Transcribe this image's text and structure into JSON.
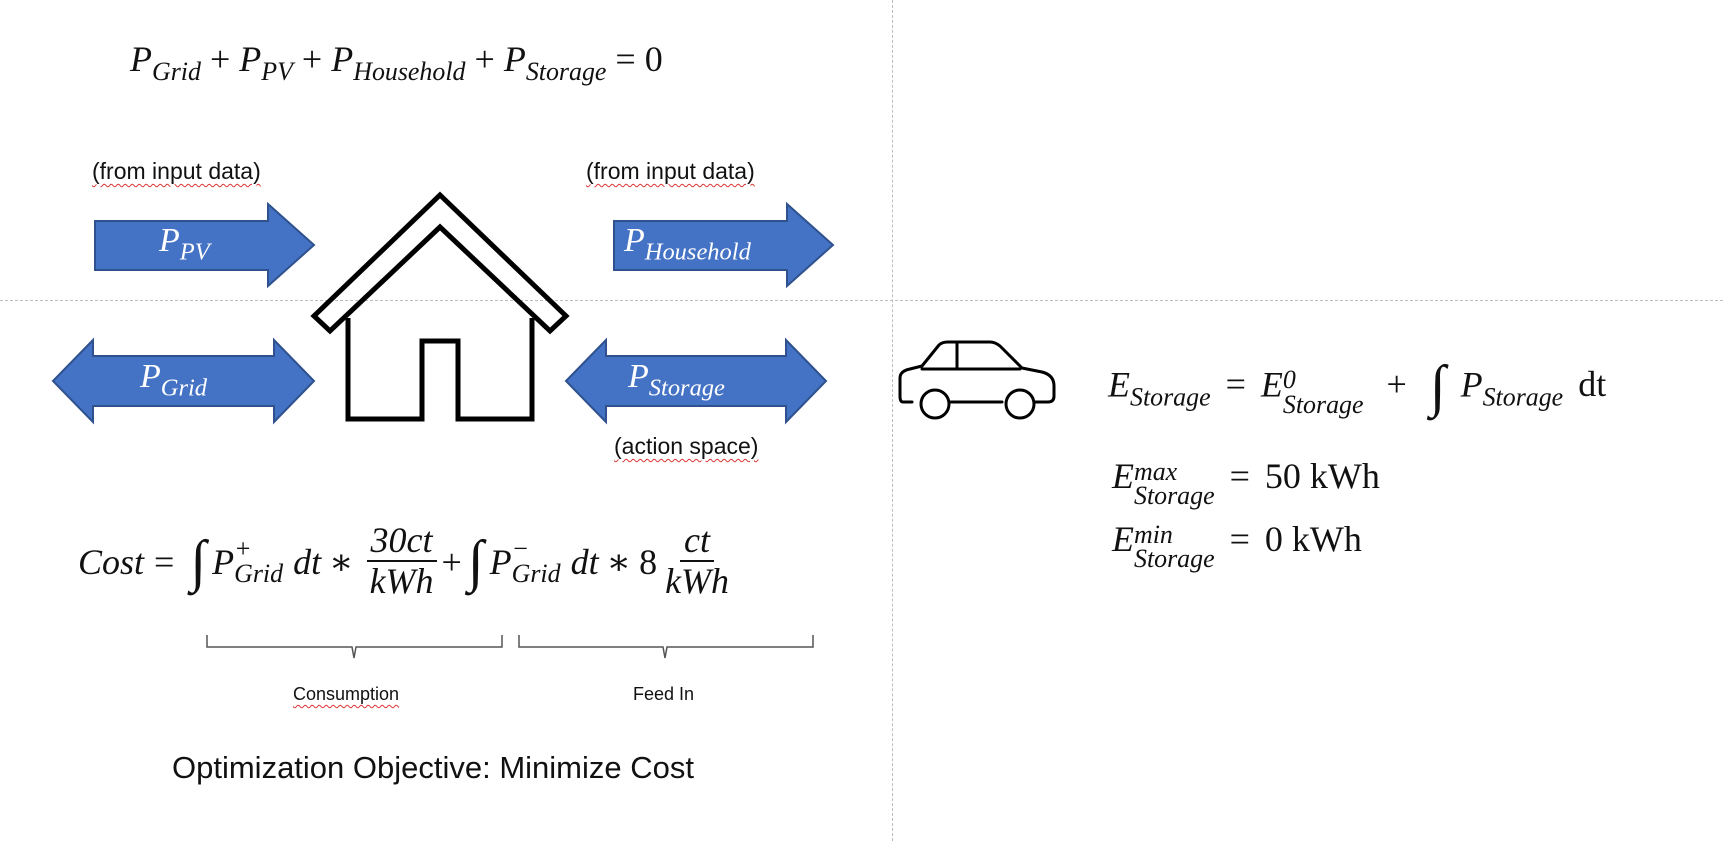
{
  "balance_equation": {
    "p1": "P",
    "s1": "Grid",
    "op1": "+",
    "p2": "P",
    "s2": "PV",
    "op2": "+",
    "p3": "P",
    "s3": "Household",
    "op3": "+",
    "p4": "P",
    "s4": "Storage",
    "eq": "=",
    "rhs": "0"
  },
  "notes": {
    "pv_source": "(from input data)",
    "household_source": "(from input data)",
    "storage_action": "(action space)"
  },
  "arrows": {
    "pv": {
      "symbol": "P",
      "sub": "PV"
    },
    "household": {
      "symbol": "P",
      "sub": "Household"
    },
    "grid": {
      "symbol": "P",
      "sub": "Grid"
    },
    "storage": {
      "symbol": "P",
      "sub": "Storage"
    }
  },
  "cost_equation": {
    "lhs": "Cost",
    "eq": "=",
    "integral": "∫",
    "p_plus": "P",
    "p_plus_sup": "+",
    "p_plus_sub": "Grid",
    "dt1": "dt",
    "times1": "∗",
    "frac1_num": "30ct",
    "frac1_den": "kWh",
    "plus": "+",
    "p_minus": "P",
    "p_minus_sup": "−",
    "p_minus_sub": "Grid",
    "dt2": "dt",
    "times2": "∗",
    "coef2": "8",
    "frac2_num": "ct",
    "frac2_den": "kWh",
    "brace1_label": "Consumption",
    "brace2_label": "Feed In"
  },
  "objective": "Optimization Objective: Minimize Cost",
  "storage_equations": {
    "energy": {
      "lhs": "E",
      "lhs_sub": "Storage",
      "eq": "=",
      "e0": "E",
      "e0_sup": "0",
      "e0_sub": "Storage",
      "plus": "+",
      "integral": "∫",
      "p": "P",
      "p_sub": "Storage",
      "dt": "dt"
    },
    "max": {
      "e": "E",
      "sup": "max",
      "sub": "Storage",
      "eq": "=",
      "value": "50 kWh"
    },
    "min": {
      "e": "E",
      "sup": "min",
      "sub": "Storage",
      "eq": "=",
      "value": "0 kWh"
    }
  },
  "colors": {
    "arrow_fill": "#4472C4",
    "arrow_stroke": "#2F528F",
    "line": "#000000"
  },
  "icons": {
    "house": "house-icon",
    "car": "car-icon"
  }
}
